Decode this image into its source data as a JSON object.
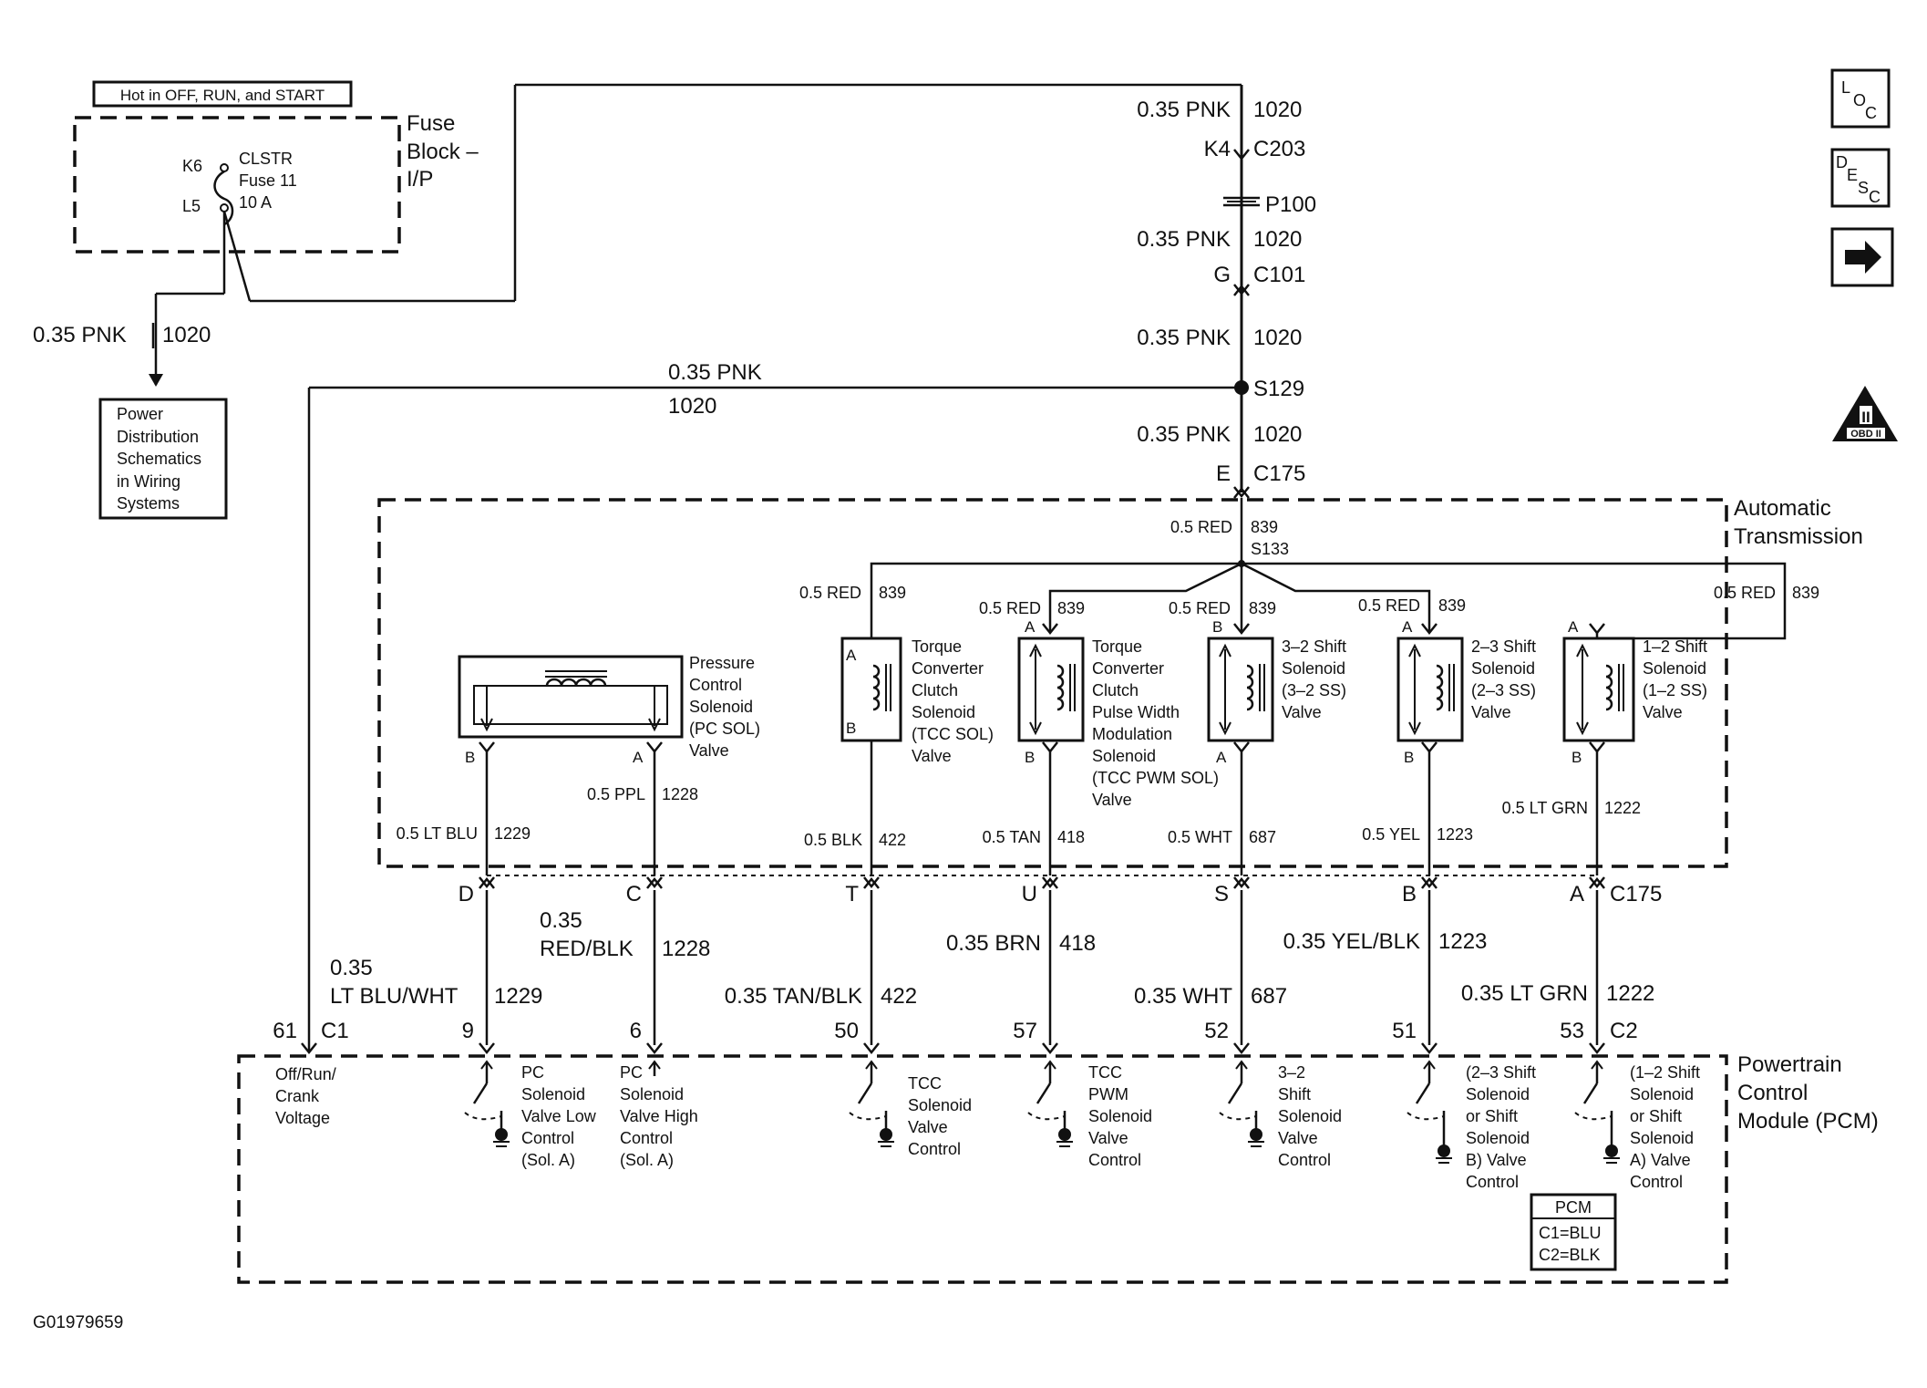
{
  "hot_label": "Hot in OFF, RUN, and START",
  "fuse_block": {
    "title_1": "Fuse",
    "title_2": "Block –",
    "title_3": "I/P",
    "k6": "K6",
    "l5": "L5",
    "fuse_1": "CLSTR",
    "fuse_2": "Fuse 11",
    "fuse_3": "10 A"
  },
  "left_feed": {
    "size_color": "0.35 PNK",
    "circuit": "1020"
  },
  "power_dist": {
    "line1": "Power",
    "line2": "Distribution",
    "line3": "Schematics",
    "line4": "in Wiring",
    "line5": "Systems"
  },
  "main_feed": {
    "s1_size": "0.35 PNK",
    "s1_circuit": "1020",
    "c203_pin": "K4",
    "c203": "C203",
    "p100": "P100",
    "s2_size": "0.35 PNK",
    "s2_circuit": "1020",
    "c101_pin": "G",
    "c101": "C101",
    "s3_size": "0.35 PNK",
    "s3_circuit": "1020",
    "s129": "S129",
    "branch_size": "0.35 PNK",
    "branch_circuit": "1020",
    "s4_size": "0.35 PNK",
    "s4_circuit": "1020",
    "c175_pin": "E",
    "c175": "C175"
  },
  "trans": {
    "title_1": "Automatic",
    "title_2": "Transmission",
    "top_size": "0.5 RED",
    "top_circuit": "839",
    "s133": "S133",
    "feeds": [
      {
        "size": "0.5 RED",
        "circuit": "839"
      },
      {
        "size": "0.5 RED",
        "circuit": "839"
      },
      {
        "size": "0.5 RED",
        "circuit": "839"
      },
      {
        "size": "0.5 RED",
        "circuit": "839"
      },
      {
        "size": "0.5 RED",
        "circuit": "839"
      }
    ],
    "pc_sol": {
      "l1": "Pressure",
      "l2": "Control",
      "l3": "Solenoid",
      "l4": "(PC SOL)",
      "l5": "Valve",
      "pin_b": "B",
      "pin_a": "A"
    },
    "tcc_sol": {
      "l1": "Torque",
      "l2": "Converter",
      "l3": "Clutch",
      "l4": "Solenoid",
      "l5": "(TCC SOL)",
      "l6": "Valve",
      "pin_a": "A",
      "pin_b": "B"
    },
    "tcc_pwm": {
      "l1": "Torque",
      "l2": "Converter",
      "l3": "Clutch",
      "l4": "Pulse Width",
      "l5": "Modulation",
      "l6": "Solenoid",
      "l7": "(TCC PWM SOL)",
      "l8": "Valve",
      "pin_a": "A",
      "pin_b": "B"
    },
    "ss32": {
      "l1": "3–2 Shift",
      "l2": "Solenoid",
      "l3": "(3–2 SS)",
      "l4": "Valve",
      "pin_b": "B",
      "pin_a": "A"
    },
    "ss23": {
      "l1": "2–3 Shift",
      "l2": "Solenoid",
      "l3": "(2–3 SS)",
      "l4": "Valve",
      "pin_a": "A",
      "pin_b": "B"
    },
    "ss12": {
      "l1": "1–2 Shift",
      "l2": "Solenoid",
      "l3": "(1–2 SS)",
      "l4": "Valve",
      "pin_a": "A",
      "pin_b": "B"
    },
    "out": [
      {
        "size": "0.5 LT BLU",
        "circuit": "1229"
      },
      {
        "size": "0.5 PPL",
        "circuit": "1228"
      },
      {
        "size": "0.5 BLK",
        "circuit": "422"
      },
      {
        "size": "0.5 TAN",
        "circuit": "418"
      },
      {
        "size": "0.5 WHT",
        "circuit": "687"
      },
      {
        "size": "0.5 YEL",
        "circuit": "1223"
      },
      {
        "size": "0.5 LT GRN",
        "circuit": "1222"
      }
    ]
  },
  "c175_pins": [
    "D",
    "C",
    "T",
    "U",
    "S",
    "B",
    "A"
  ],
  "c175_label": "C175",
  "harness": [
    {
      "size_1": "0.35",
      "size_2": "LT BLU/WHT",
      "circuit": "1229"
    },
    {
      "size_1": "0.35",
      "size_2": "RED/BLK",
      "circuit": "1228"
    },
    {
      "size": "0.35 TAN/BLK",
      "circuit": "422"
    },
    {
      "size": "0.35 BRN",
      "circuit": "418"
    },
    {
      "size": "0.35 WHT",
      "circuit": "687"
    },
    {
      "size": "0.35 YEL/BLK",
      "circuit": "1223"
    },
    {
      "size": "0.35 LT GRN",
      "circuit": "1222"
    }
  ],
  "pcm_pins": [
    "9",
    "6",
    "50",
    "57",
    "52",
    "51",
    "53"
  ],
  "pcm_pin_61": "61",
  "pcm_c1": "C1",
  "pcm_c2": "C2",
  "pcm": {
    "title_1": "Powertrain",
    "title_2": "Control",
    "title_3": "Module (PCM)",
    "offrun": {
      "l1": "Off/Run/",
      "l2": "Crank",
      "l3": "Voltage"
    },
    "pc_low": {
      "l1": "PC",
      "l2": "Solenoid",
      "l3": "Valve Low",
      "l4": "Control",
      "l5": "(Sol. A)"
    },
    "pc_high": {
      "l1": "PC",
      "l2": "Solenoid",
      "l3": "Valve High",
      "l4": "Control",
      "l5": "(Sol. A)"
    },
    "tcc": {
      "l1": "TCC",
      "l2": "Solenoid",
      "l3": "Valve",
      "l4": "Control"
    },
    "tcc_pwm": {
      "l1": "TCC",
      "l2": "PWM",
      "l3": "Solenoid",
      "l4": "Valve",
      "l5": "Control"
    },
    "ss32": {
      "l1": "3–2",
      "l2": "Shift",
      "l3": "Solenoid",
      "l4": "Valve",
      "l5": "Control"
    },
    "ss23": {
      "l1": "(2–3 Shift",
      "l2": "Solenoid",
      "l3": "or Shift",
      "l4": "Solenoid",
      "l5": "B) Valve",
      "l6": "Control"
    },
    "ss12": {
      "l1": "(1–2 Shift",
      "l2": "Solenoid",
      "l3": "or Shift",
      "l4": "Solenoid",
      "l5": "A) Valve",
      "l6": "Control"
    },
    "legend": {
      "title": "PCM",
      "c1": "C1=BLU",
      "c2": "C2=BLK"
    }
  },
  "nav": {
    "loc_l": "L",
    "loc_o": "O",
    "loc_c": "C",
    "desc_d": "D",
    "desc_e": "E",
    "desc_s": "S",
    "desc_c": "C",
    "obd_roman": "II",
    "obd_text": "OBD II"
  },
  "figure_id": "G01979659"
}
